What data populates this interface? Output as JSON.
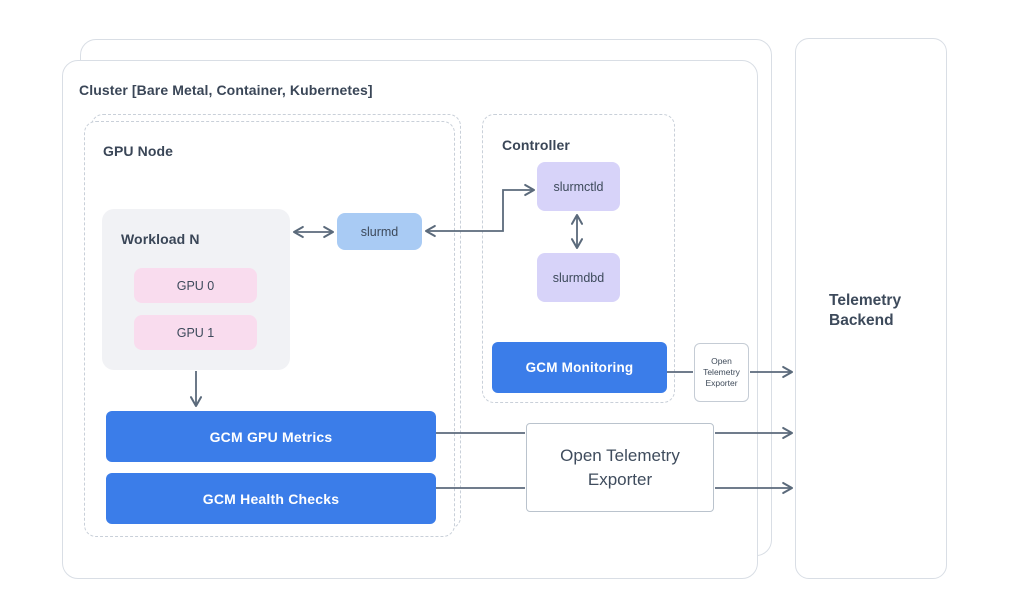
{
  "cluster": {
    "title": "Cluster [Bare Metal, Container, Kubernetes]"
  },
  "gpu_node": {
    "title": "GPU Node",
    "workload": {
      "title": "Workload N",
      "gpus": [
        "GPU 0",
        "GPU 1"
      ]
    },
    "slurmd_label": "slurmd",
    "gpu_metrics_label": "GCM GPU Metrics",
    "health_checks_label": "GCM Health Checks"
  },
  "controller": {
    "title": "Controller",
    "slurmctld_label": "slurmctld",
    "slurmdbd_label": "slurmdbd",
    "monitoring_label": "GCM Monitoring"
  },
  "otel_exporter_small": {
    "line1": "Open",
    "line2": "Telemetry",
    "line3": "Exporter"
  },
  "otel_exporter_large": {
    "line1": "Open Telemetry",
    "line2": "Exporter"
  },
  "telemetry_backend": {
    "line1": "Telemetry",
    "line2": "Backend"
  },
  "colors": {
    "accent_blue": "#3b7de9",
    "light_blue": "#a9cbf4",
    "lavender": "#d7d3f9",
    "pink": "#f9dcee",
    "panel_gray": "#f1f2f5",
    "border_gray": "#d9dee5",
    "dashed_gray": "#c9d0d9",
    "line_gray": "#5b6a7b",
    "text_dark": "#3d4a5b"
  }
}
